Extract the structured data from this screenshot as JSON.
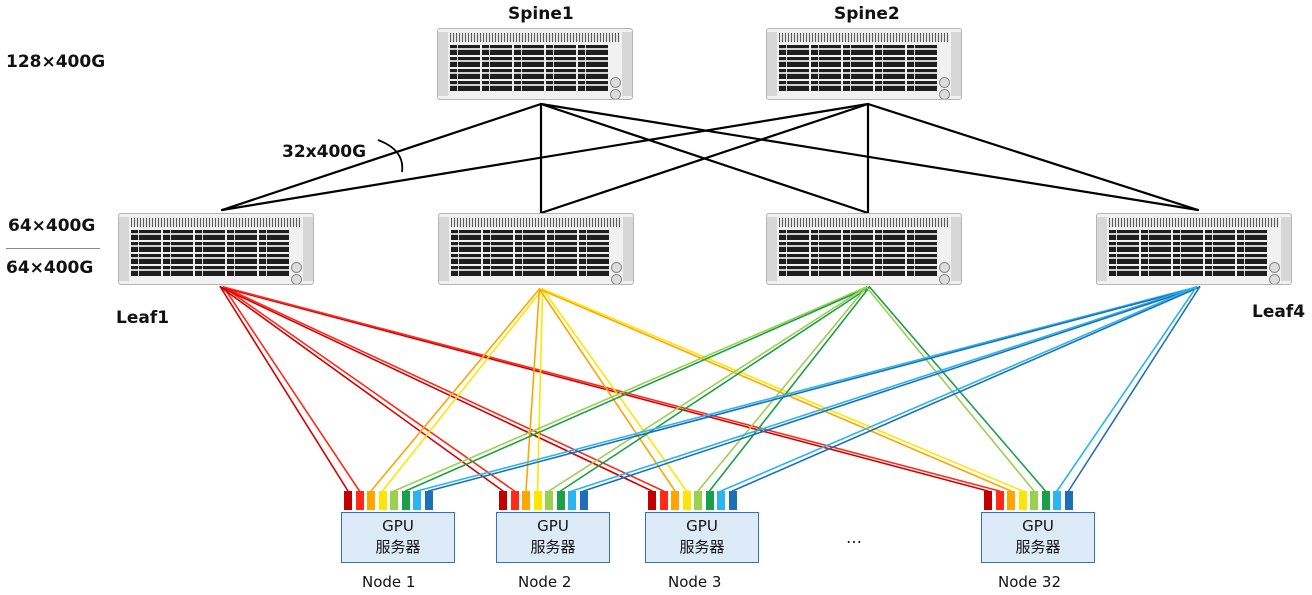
{
  "spines": [
    {
      "name": "Spine1"
    },
    {
      "name": "Spine2"
    }
  ],
  "leaves": [
    {
      "name": "Leaf1",
      "color": "#e8201a"
    },
    {
      "name": "",
      "color": "#f5d400"
    },
    {
      "name": "",
      "color": "#2eaa4a"
    },
    {
      "name": "Leaf4",
      "color": "#1a8fd0"
    }
  ],
  "labels": {
    "spine_capacity": "128×400G",
    "leaf_down_capacity": "64×400G",
    "leaf_up_capacity": "64×400G",
    "uplink": "32x400G",
    "ellipsis": "…"
  },
  "nodes": [
    {
      "label": "Node 1",
      "box_line1": "GPU",
      "box_line2": "服务器"
    },
    {
      "label": "Node 2",
      "box_line1": "GPU",
      "box_line2": "服务器"
    },
    {
      "label": "Node 3",
      "box_line1": "GPU",
      "box_line2": "服务器"
    },
    {
      "label": "Node 32",
      "box_line1": "GPU",
      "box_line2": "服务器"
    }
  ],
  "port_colors": [
    "#c00000",
    "#ff2a1a",
    "#ffa500",
    "#ffe600",
    "#9bd04f",
    "#1aa04a",
    "#29b6f0",
    "#1f6fb8"
  ],
  "leaf_port_pairs": [
    [
      0,
      1
    ],
    [
      2,
      3
    ],
    [
      4,
      5
    ],
    [
      6,
      7
    ]
  ],
  "link_colors": {
    "spine": "#000000",
    "leaf1": [
      "#d40000",
      "#ff2a1a"
    ],
    "leaf2": [
      "#ffa500",
      "#ffe600"
    ],
    "leaf3": [
      "#9bd04f",
      "#1aa04a"
    ],
    "leaf4": [
      "#29b6f0",
      "#1f6fb8"
    ]
  }
}
